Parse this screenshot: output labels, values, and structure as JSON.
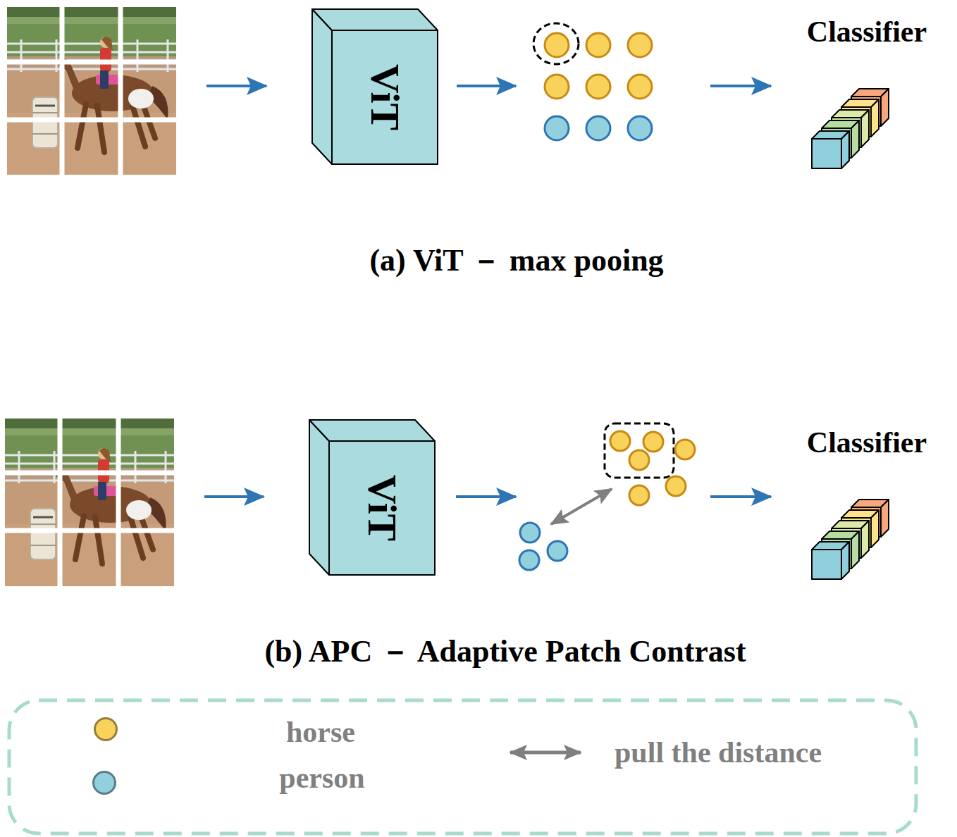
{
  "diagram": {
    "nodes": [
      {
        "text": [
          "ViT"
        ]
      },
      {
        "text": [
          "Classifier"
        ]
      },
      {
        "text": [
          "ViT"
        ]
      },
      {
        "text": [
          "Classifier"
        ]
      }
    ],
    "labels": [
      "(a) ViT － max pooing",
      "(b) APC － Adaptive Patch Contrast"
    ],
    "legend": [
      {
        "text": "horse",
        "color": "#f9d25c"
      },
      {
        "text": "person",
        "color": "#92d0de"
      },
      {
        "text": "pull the distance"
      }
    ]
  }
}
